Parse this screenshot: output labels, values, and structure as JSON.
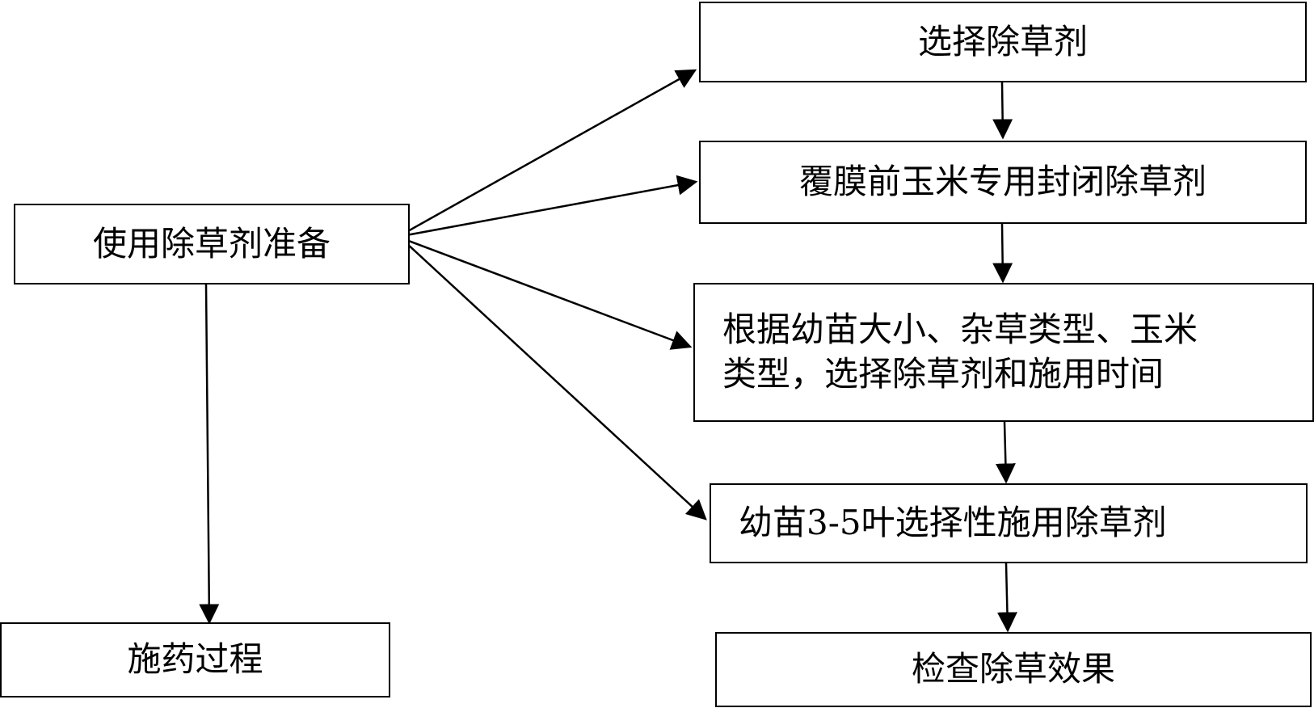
{
  "nodes": {
    "prepare": "使用除草剂准备",
    "process": "施药过程",
    "select": "选择除草剂",
    "closed": "覆膜前玉米专用封闭除草剂",
    "choose_line1": "根据幼苗大小、杂草类型、玉米",
    "choose_line2": "类型，选择除草剂和施用时间",
    "seedling": "幼苗3-5叶选择性施用除草剂",
    "check": "检查除草效果"
  },
  "colors": {
    "stroke": "#000000",
    "background": "#ffffff"
  }
}
